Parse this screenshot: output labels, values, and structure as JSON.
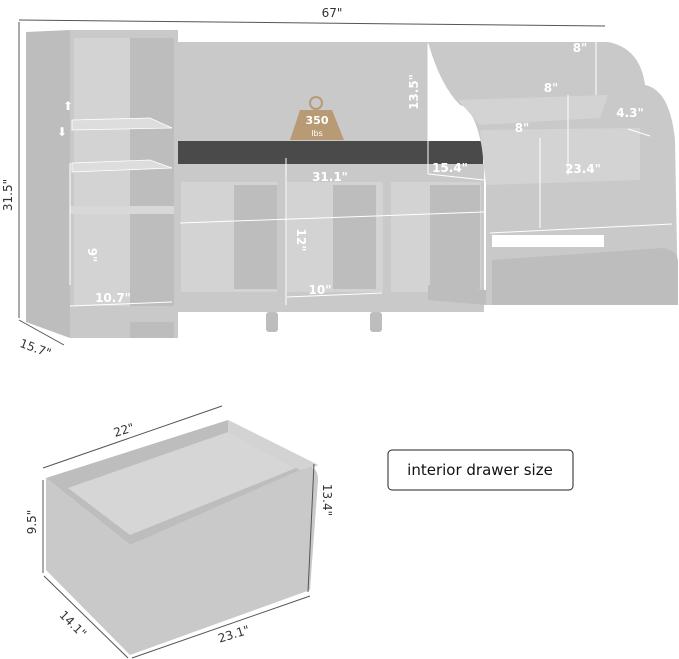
{
  "colors": {
    "furniture": "#c9c9c9",
    "cushion": "#4a4a4a",
    "weight_badge": "#b89b74",
    "dimension_lines_light": "#ffffff",
    "dimension_lines_dark": "#555555"
  },
  "bench": {
    "overall_width": "67\"",
    "overall_height": "31.5\"",
    "depth": "15.7\"",
    "tower_cubby_height": "9\"",
    "tower_cubby_width": "10.7\"",
    "backrest_height": "13.5\"",
    "seat_depth": "15.4\"",
    "seat_width": "31.1\"",
    "cubby_height": "12\"",
    "cubby_width": "10\"",
    "book_tier_top": "8\"",
    "book_tier_middle": "8\"",
    "book_tier_bottom": "8\"",
    "book_tier_depth": "4.3\"",
    "bookshelf_width": "23.4\"",
    "weight_capacity_value": "350",
    "weight_capacity_unit": "lbs"
  },
  "drawer": {
    "label": "interior drawer size",
    "length_top": "22\"",
    "height_inner": "9.5\"",
    "height_outer": "13.4\"",
    "depth": "14.1\"",
    "length_bottom": "23.1\""
  }
}
